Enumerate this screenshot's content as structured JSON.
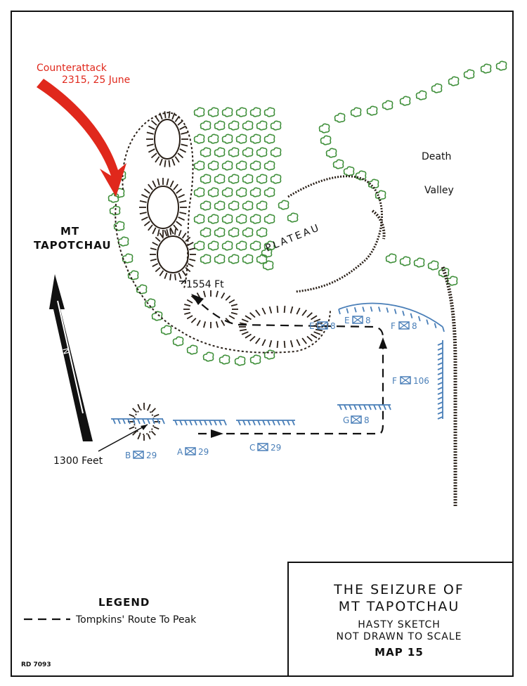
{
  "map": {
    "counterattack_line1": "Counterattack",
    "counterattack_line2": "2315, 25 June",
    "death_valley_line1": "Death",
    "death_valley_line2": "Valley",
    "mt_line1": "MT",
    "mt_line2": "TAPOTCHAU",
    "plateau": "PLATEAU",
    "peak_elevation": "1554 Ft",
    "hill_label": "1300 Feet",
    "north_letter": "N"
  },
  "units": [
    {
      "id": "E",
      "label": "E",
      "number": "8"
    },
    {
      "id": "E2",
      "label": "E",
      "number": "8"
    },
    {
      "id": "F",
      "label": "F",
      "number": "8"
    },
    {
      "id": "F106",
      "label": "F",
      "number": "106"
    },
    {
      "id": "G",
      "label": "G",
      "number": "8"
    },
    {
      "id": "B",
      "label": "B",
      "number": "29"
    },
    {
      "id": "A",
      "label": "A",
      "number": "29"
    },
    {
      "id": "C",
      "label": "C",
      "number": "29"
    }
  ],
  "legend": {
    "heading": "LEGEND",
    "route_label": "Tompkins' Route To Peak"
  },
  "title_block": {
    "title_line1": "THE SEIZURE OF",
    "title_line2": "MT TAPOTCHAU",
    "sub_line1": "HASTY SKETCH",
    "sub_line2": "NOT DRAWN TO SCALE",
    "map_number": "MAP 15"
  },
  "code": "RD 7093",
  "colors": {
    "frame": "#111111",
    "arrow": "#e0281c",
    "vegetation": "#3f8f3a",
    "units": "#4a7fb8",
    "terrain": "#2a2018"
  }
}
